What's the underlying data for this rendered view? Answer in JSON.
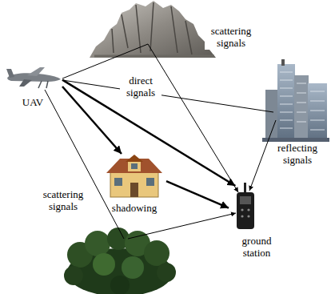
{
  "diagram": {
    "nodes": [
      {
        "text": [
          "UAV"
        ]
      },
      {
        "text": [
          "shadowing"
        ]
      },
      {
        "text": [
          "ground station"
        ]
      }
    ],
    "edges": [
      {
        "from": 0,
        "to": 1,
        "arrow": "to"
      },
      {
        "from": 0,
        "to": 2,
        "arrow": "to"
      },
      {
        "from": 1,
        "to": 2,
        "arrow": "to"
      }
    ],
    "labels": [
      "scattering signals",
      "direct signals",
      "reflecting signals",
      "scattering signals"
    ]
  }
}
